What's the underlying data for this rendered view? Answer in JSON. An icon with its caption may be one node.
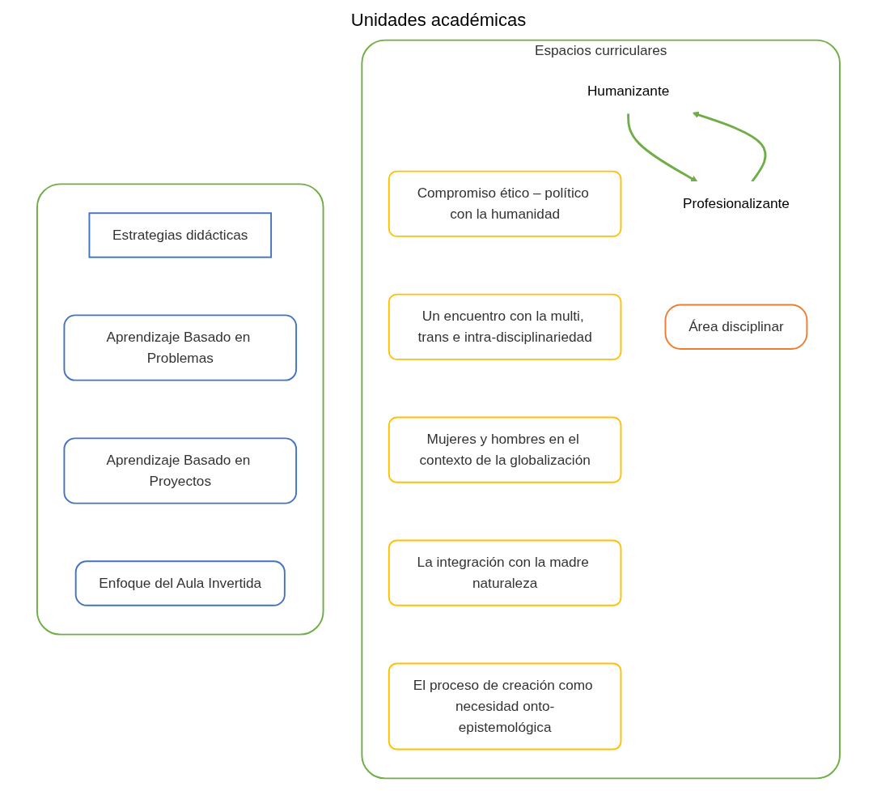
{
  "diagram": {
    "nodes": [
      {
        "text": [
          "Espacios curriculares"
        ]
      },
      {
        "text": [
          "Humanizante"
        ],
        "in": 0
      },
      {
        "text": [
          "Profesionalizante"
        ],
        "in": 0
      },
      {
        "text": [
          "Compromiso ético – político con la humanidad"
        ],
        "in": 0
      },
      {
        "text": [
          "Un encuentro con la multi, trans e intra-disciplinariedad"
        ],
        "in": 0
      },
      {
        "text": [
          "Mujeres y hombres en el contexto de la globalización"
        ],
        "in": 0
      },
      {
        "text": [
          "La integración con la madre naturaleza"
        ],
        "in": 0
      },
      {
        "text": [
          "El proceso de creación como necesidad onto-epistemológica"
        ],
        "in": 0
      },
      {
        "text": [
          "Área disciplinar"
        ],
        "in": 0
      },
      {
        "text": [],
        "shape": "box"
      },
      {
        "text": [
          "Estrategias didácticas"
        ],
        "in": 9
      },
      {
        "text": [
          "Aprendizaje Basado en Problemas"
        ],
        "in": 9
      },
      {
        "text": [
          "Aprendizaje Basado en Proyectos"
        ],
        "in": 9
      },
      {
        "text": [
          "Enfoque del Aula Invertida"
        ],
        "in": 9
      }
    ],
    "edges": [
      {
        "from": 2,
        "to": 1,
        "arrow": "to"
      },
      {
        "from": 1,
        "to": 2,
        "arrow": "to"
      }
    ],
    "labels": [
      "Unidades académicas"
    ]
  }
}
